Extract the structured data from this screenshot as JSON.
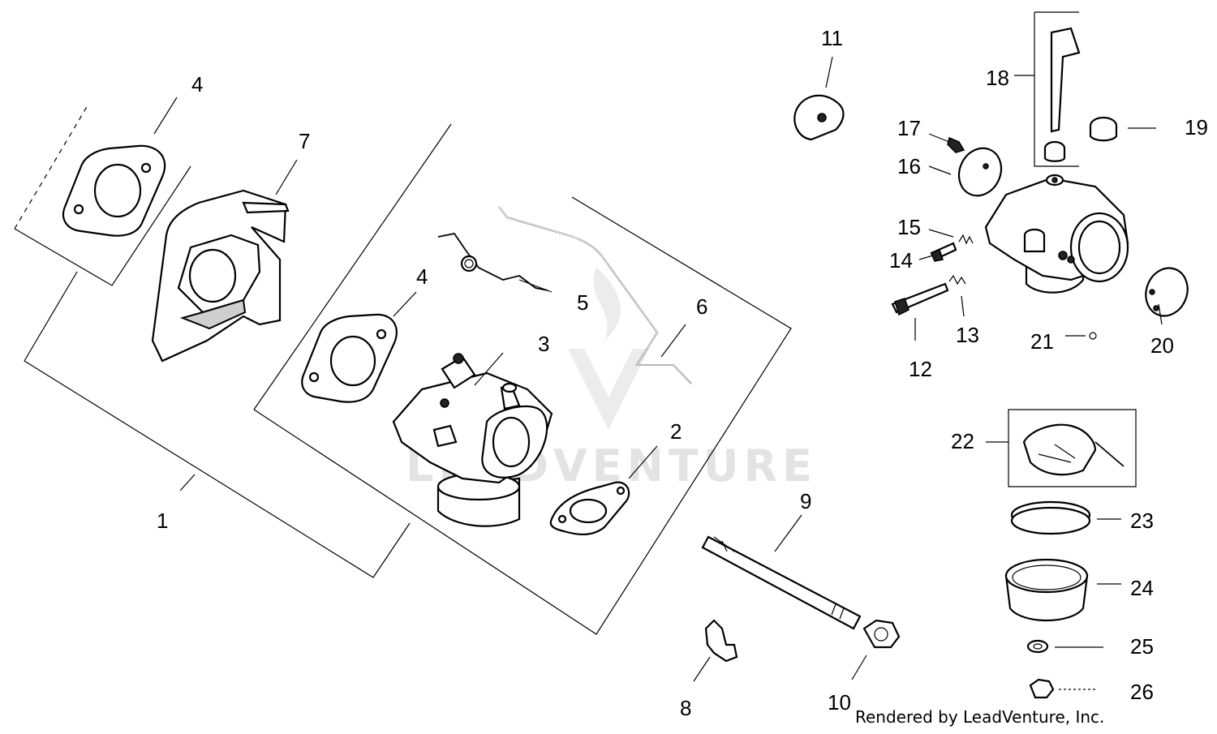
{
  "diagram": {
    "watermark": "LEADVENTURE",
    "credit": "Rendered by LeadVenture, Inc.",
    "callouts": {
      "c1": "1",
      "c2": "2",
      "c3": "3",
      "c4a": "4",
      "c4b": "4",
      "c5": "5",
      "c6": "6",
      "c7": "7",
      "c8": "8",
      "c9": "9",
      "c10": "10",
      "c11": "11",
      "c12": "12",
      "c13": "13",
      "c14": "14",
      "c15": "15",
      "c16": "16",
      "c17": "17",
      "c18": "18",
      "c19": "19",
      "c20": "20",
      "c21": "21",
      "c22": "22",
      "c23": "23",
      "c24": "24",
      "c25": "25",
      "c26": "26"
    }
  }
}
